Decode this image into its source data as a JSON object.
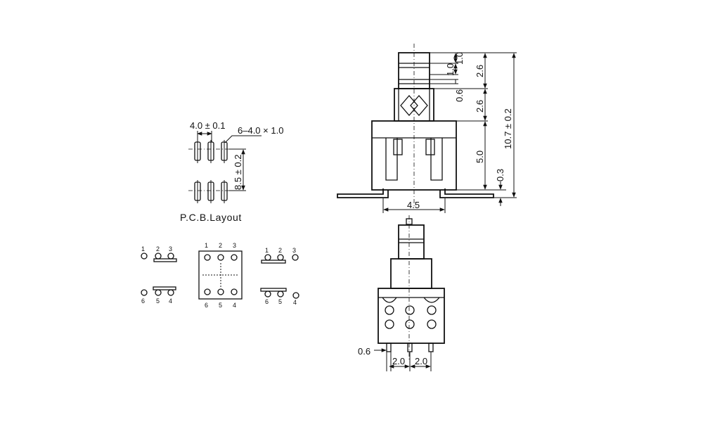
{
  "pcb": {
    "title": "P.C.B.Layout",
    "pitch": "4.0 ± 0.1",
    "holes": "6–4.0 × 1.0",
    "row_gap": "8.5 ± 0.2"
  },
  "side_view": {
    "d_1_0a": "1.0",
    "d_1_0b": "1.0",
    "d_0_6": "0.6",
    "d_2_6a": "2.6",
    "d_2_6b": "2.6",
    "d_5_0": "5.0",
    "d_0_3": "0.3",
    "d_total": "10.7 ± 0.2",
    "d_width": "4.5"
  },
  "front_view": {
    "d_pin": "0.6",
    "d_pitch_a": "2.0",
    "d_pitch_b": "2.0"
  },
  "pins": {
    "top": [
      "1",
      "2",
      "3"
    ],
    "bottom": [
      "6",
      "5",
      "4"
    ]
  }
}
